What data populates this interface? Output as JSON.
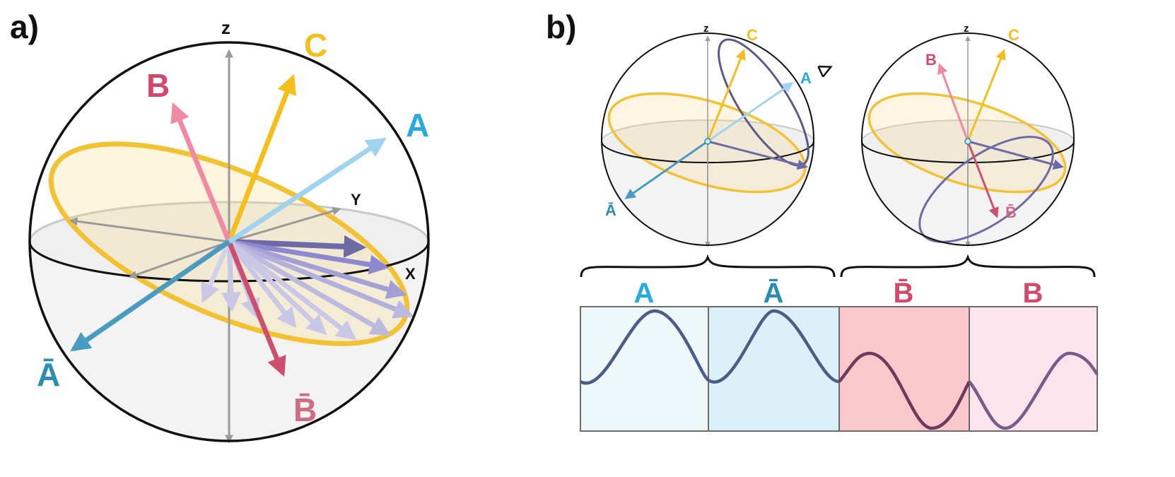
{
  "panels": {
    "a": "a)",
    "b": "b)"
  },
  "colors": {
    "A": "#27a9e1",
    "Abar": "#2b8db5",
    "B": "#d4486a",
    "Bbar": "#d06b86",
    "C": "#f6be1a",
    "wave": "#4e5a8a",
    "grey": "#9a9a9a",
    "purple": "#8a87c9"
  },
  "panel_a": {
    "labels": {
      "z": "z",
      "y": "Y",
      "x": "X",
      "C": "C",
      "B": "B",
      "A": "A",
      "Abar": "Ā",
      "Bbar": "B̄"
    }
  },
  "panel_b": {
    "left_sphere": {
      "z": "z",
      "C": "C",
      "A": "A",
      "Abar": "Ā",
      "eye_icon": "eye-icon"
    },
    "right_sphere": {
      "z": "z",
      "C": "C",
      "B": "B",
      "Bbar": "B̄"
    },
    "bar_labels": [
      "A",
      "Ā",
      "B̄",
      "B"
    ],
    "bar_colors": [
      "#eef8fb",
      "#dcf0fa",
      "#fac8cb",
      "#fce4ec"
    ]
  }
}
